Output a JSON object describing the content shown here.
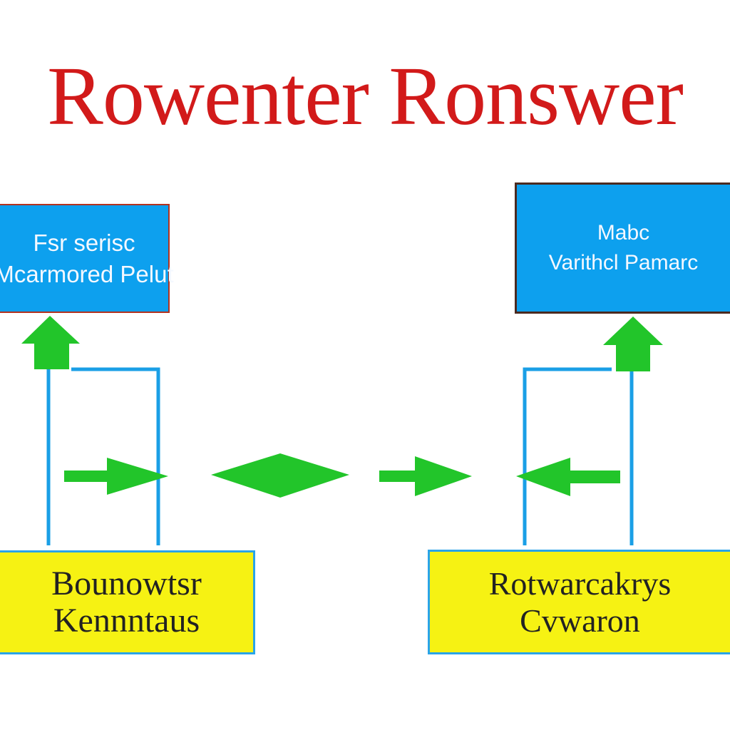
{
  "title": "Rowenter Ronswer",
  "boxes": {
    "top_left": {
      "line1": "Fsr serisc",
      "line2": "Mcarmored Pelut"
    },
    "top_right": {
      "line1": "Mabc",
      "line2": "Varithcl Pamarc"
    },
    "bottom_left": {
      "line1": "Bounowtsr",
      "line2": "Kennntaus"
    },
    "bottom_right": {
      "line1": "Rotwarcakrys",
      "line2": "Cvwaron"
    }
  },
  "colors": {
    "title": "#d21a1a",
    "box_blue": "#0da0ee",
    "box_yellow": "#f6f213",
    "arrow_green": "#22c52a",
    "connector_blue": "#1a9fe6"
  }
}
